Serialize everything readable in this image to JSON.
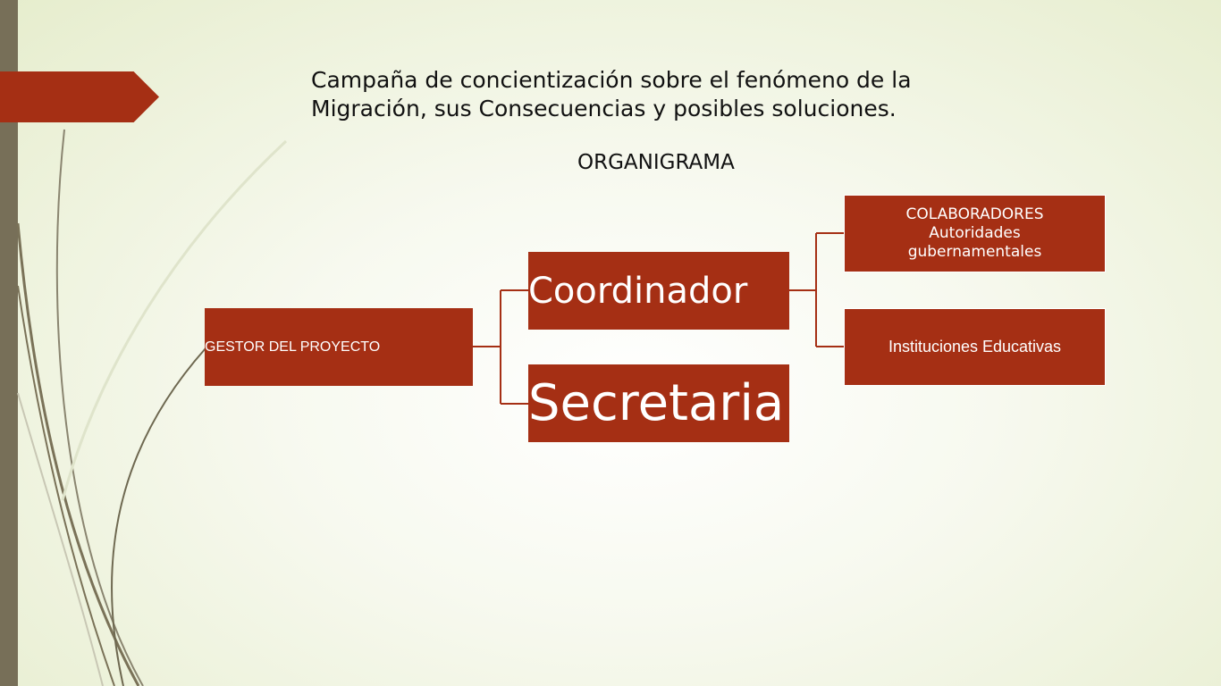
{
  "slide": {
    "title": "Campaña de concientización sobre el fenómeno de la Migración, sus Consecuencias y posibles soluciones.",
    "subtitle": "ORGANIGRAMA"
  },
  "org_chart": {
    "root": {
      "label": "GESTOR DEL PROYECTO",
      "children": [
        {
          "label": "Coordinador",
          "children": [
            {
              "lines": [
                "COLABORADORES",
                "Autoridades",
                "gubernamentales"
              ]
            },
            {
              "label": "Instituciones Educativas"
            }
          ]
        },
        {
          "label": "Secretaria"
        }
      ]
    }
  },
  "colors": {
    "node_fill": "#a52f14",
    "node_text": "#ffffff",
    "connector": "#a52f14",
    "side_bar": "#776f58",
    "accent_tag": "#a52f14"
  }
}
